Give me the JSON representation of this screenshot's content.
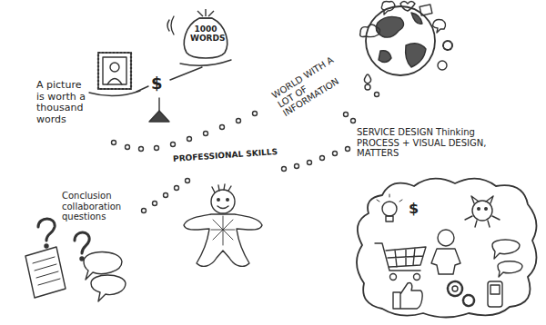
{
  "diagram": {
    "nodes": [
      {
        "text": [
          "1000 WORDS"
        ]
      }
    ],
    "labels": [
      "A picture is worth a thousand words",
      "$",
      "WORLD WITH A LOT OF INFORMATION",
      "SERVICE DESIGN Thinking PROCESS + VISUAL DESIGN, MATTERS",
      "$",
      "PROFESSIONAL SKILLS",
      "Conclusion collaboration questions"
    ]
  }
}
